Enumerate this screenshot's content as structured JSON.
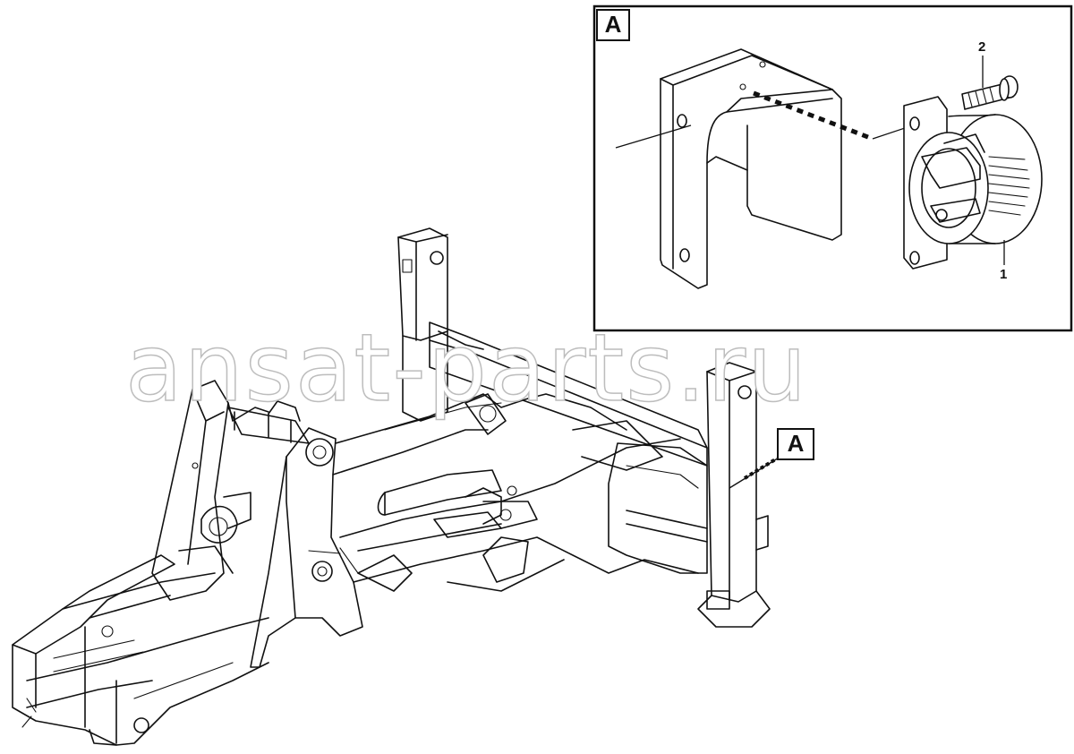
{
  "detail": {
    "tag": "A",
    "frame_tag": "A"
  },
  "callouts": {
    "item_1": "1",
    "item_2": "2"
  },
  "watermark": "ansat-parts.ru",
  "colors": {
    "line": "#111111",
    "watermark_outline": "#bdbdbd",
    "background": "#ffffff"
  }
}
